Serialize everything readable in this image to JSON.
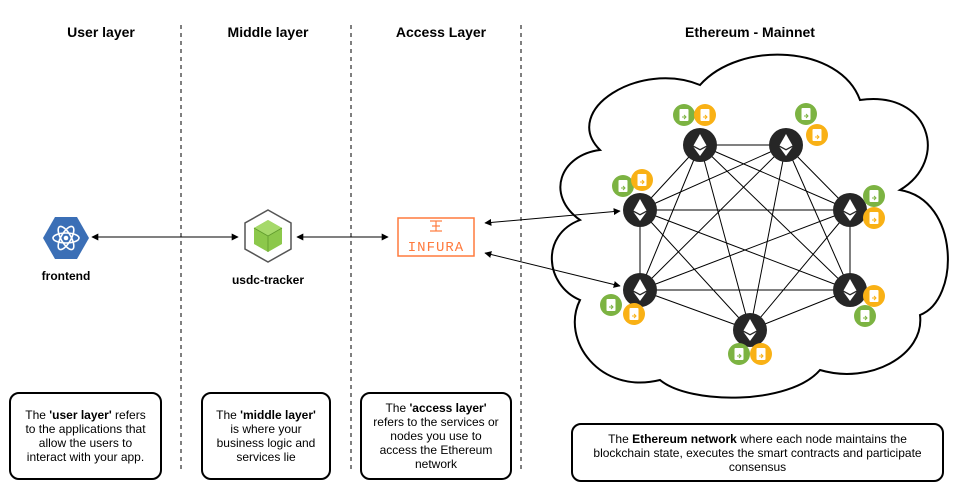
{
  "headers": {
    "user": "User layer",
    "middle": "Middle layer",
    "access": "Access Layer",
    "ethereum": "Ethereum - Mainnet"
  },
  "nodes": {
    "frontend": "frontend",
    "usdc_tracker": "usdc-tracker",
    "infura": "INFURA"
  },
  "descriptions": {
    "user": {
      "pre": "The ",
      "bold": "'user layer'",
      "post": " refers to the applications that allow the users to interact with your app."
    },
    "middle": {
      "pre": "The ",
      "bold": "'middle layer'",
      "post": " is where your business logic and services lie"
    },
    "access": {
      "pre": "The ",
      "bold": "'access layer'",
      "post": " refers to the services or nodes you use to access the Ethereum network"
    },
    "ethereum": {
      "pre": "The ",
      "bold": "Ethereum network",
      "post": " where each node maintains the blockchain state, executes the smart contracts and participate consensus"
    }
  },
  "colors": {
    "react_blue": "#3b6fb6",
    "node_green": "#8cc84b",
    "infura_orange": "#ff7a3d",
    "badge_green": "#7cb342",
    "badge_yellow": "#f9b115",
    "eth_dark": "#262626"
  }
}
